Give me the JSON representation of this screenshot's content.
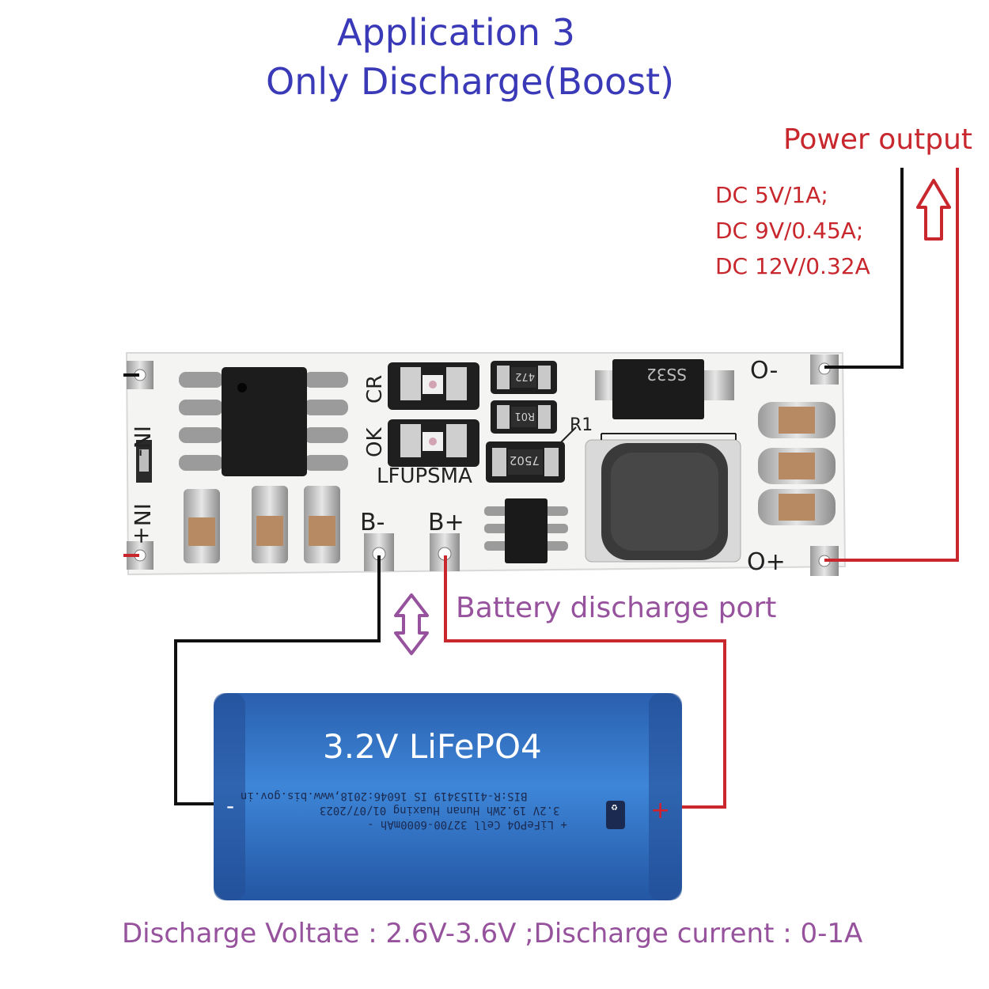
{
  "title": {
    "line1": "Application 3",
    "line2": "Only Discharge(Boost)"
  },
  "output": {
    "label": "Power output",
    "specs": [
      "DC 5V/1A;",
      "DC 9V/0.45A;",
      "DC 12V/0.32A"
    ]
  },
  "board": {
    "model": "LFUPSMA",
    "pins": {
      "in_minus": "IN-",
      "in_plus": "IN+",
      "b_minus": "B-",
      "b_plus": "B+",
      "o_minus": "O-",
      "o_plus": "O+"
    },
    "leds": [
      "CR",
      "OK"
    ],
    "ref": "R1",
    "chips": {
      "diode": "SS32",
      "res1": "472",
      "res2": "R01",
      "res3": "7502"
    }
  },
  "port_label": "Battery discharge port",
  "battery": {
    "label": "3.2V LiFePO4",
    "minus": "-",
    "plus": "+",
    "printed": [
      "BIS:R-41153419 IS 16046:2018,www.bis.gov.in",
      "3.2V 19.2Wh Hunan Huaxing 01/07/2023",
      "+ LiFePO4 Cell 32700-6000mAh -"
    ]
  },
  "footer": "Discharge Voltate : 2.6V-3.6V ;Discharge current : 0-1A",
  "colors": {
    "title": "#3a3ab8",
    "red": "#c8272d",
    "purple": "#96529c",
    "battery": "#2f6cc0"
  }
}
